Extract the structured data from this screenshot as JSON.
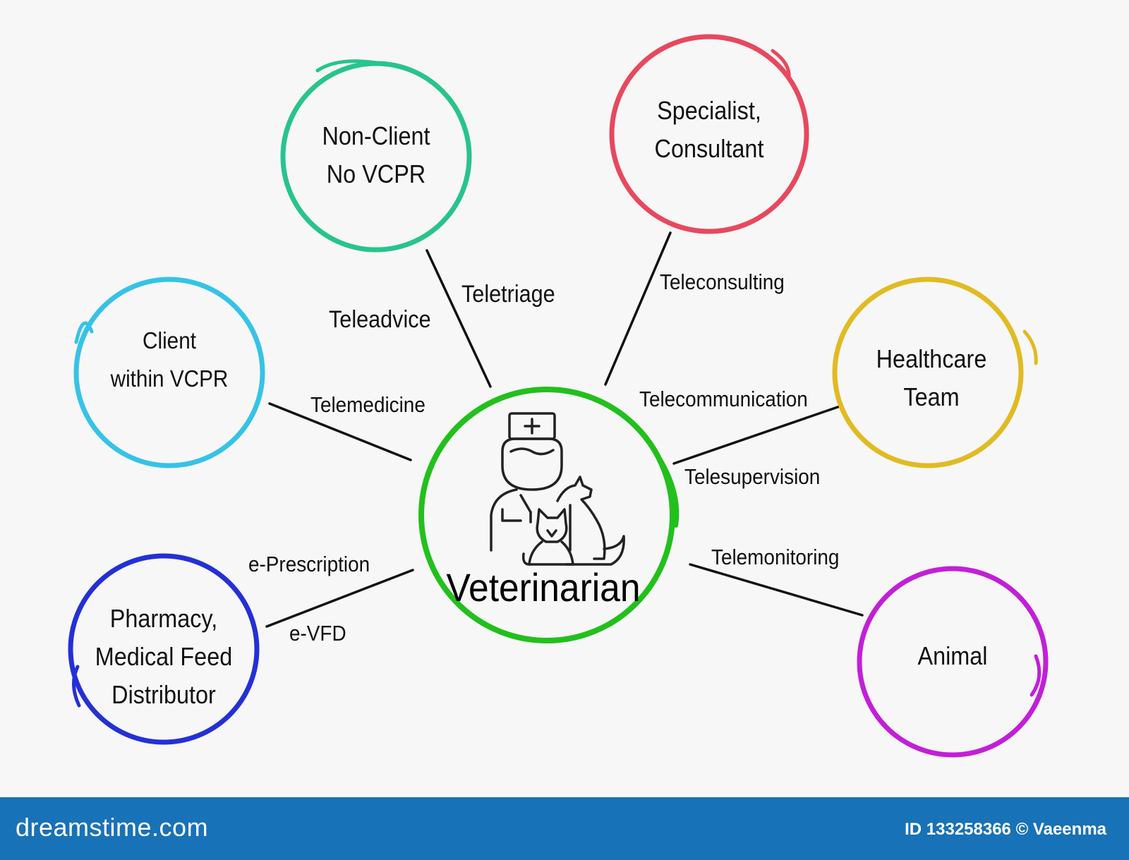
{
  "center": {
    "label": "Veterinarian",
    "color": "#22c01c"
  },
  "nodes": {
    "non_client": {
      "lines": [
        "Non-Client",
        "No VCPR"
      ],
      "color": "#27c48c"
    },
    "specialist": {
      "lines": [
        "Specialist,",
        "Consultant"
      ],
      "color": "#e8485e"
    },
    "client": {
      "lines": [
        "Client",
        "within VCPR"
      ],
      "color": "#35c3e6"
    },
    "healthcare": {
      "lines": [
        "Healthcare",
        "Team"
      ],
      "color": "#e0bb22"
    },
    "pharmacy": {
      "lines": [
        "Pharmacy,",
        "Medical Feed",
        "Distributor"
      ],
      "color": "#2430d6"
    },
    "animal": {
      "lines": [
        "Animal"
      ],
      "color": "#c21fd8"
    }
  },
  "edge_labels": {
    "teletriage": "Teletriage",
    "teleadvice": "Teleadvice",
    "teleconsulting": "Teleconsulting",
    "telemedicine": "Telemedicine",
    "telecommunication": "Telecommunication",
    "telesupervision": "Telesupervision",
    "e_prescription": "e-Prescription",
    "e_vfd": "e-VFD",
    "telemonitoring": "Telemonitoring"
  },
  "footer": {
    "brand": "dreamstime.com",
    "credit": "ID 133258366 © Vaeenma"
  },
  "icons": {
    "center": "veterinarian-with-dog-and-cat-icon"
  }
}
